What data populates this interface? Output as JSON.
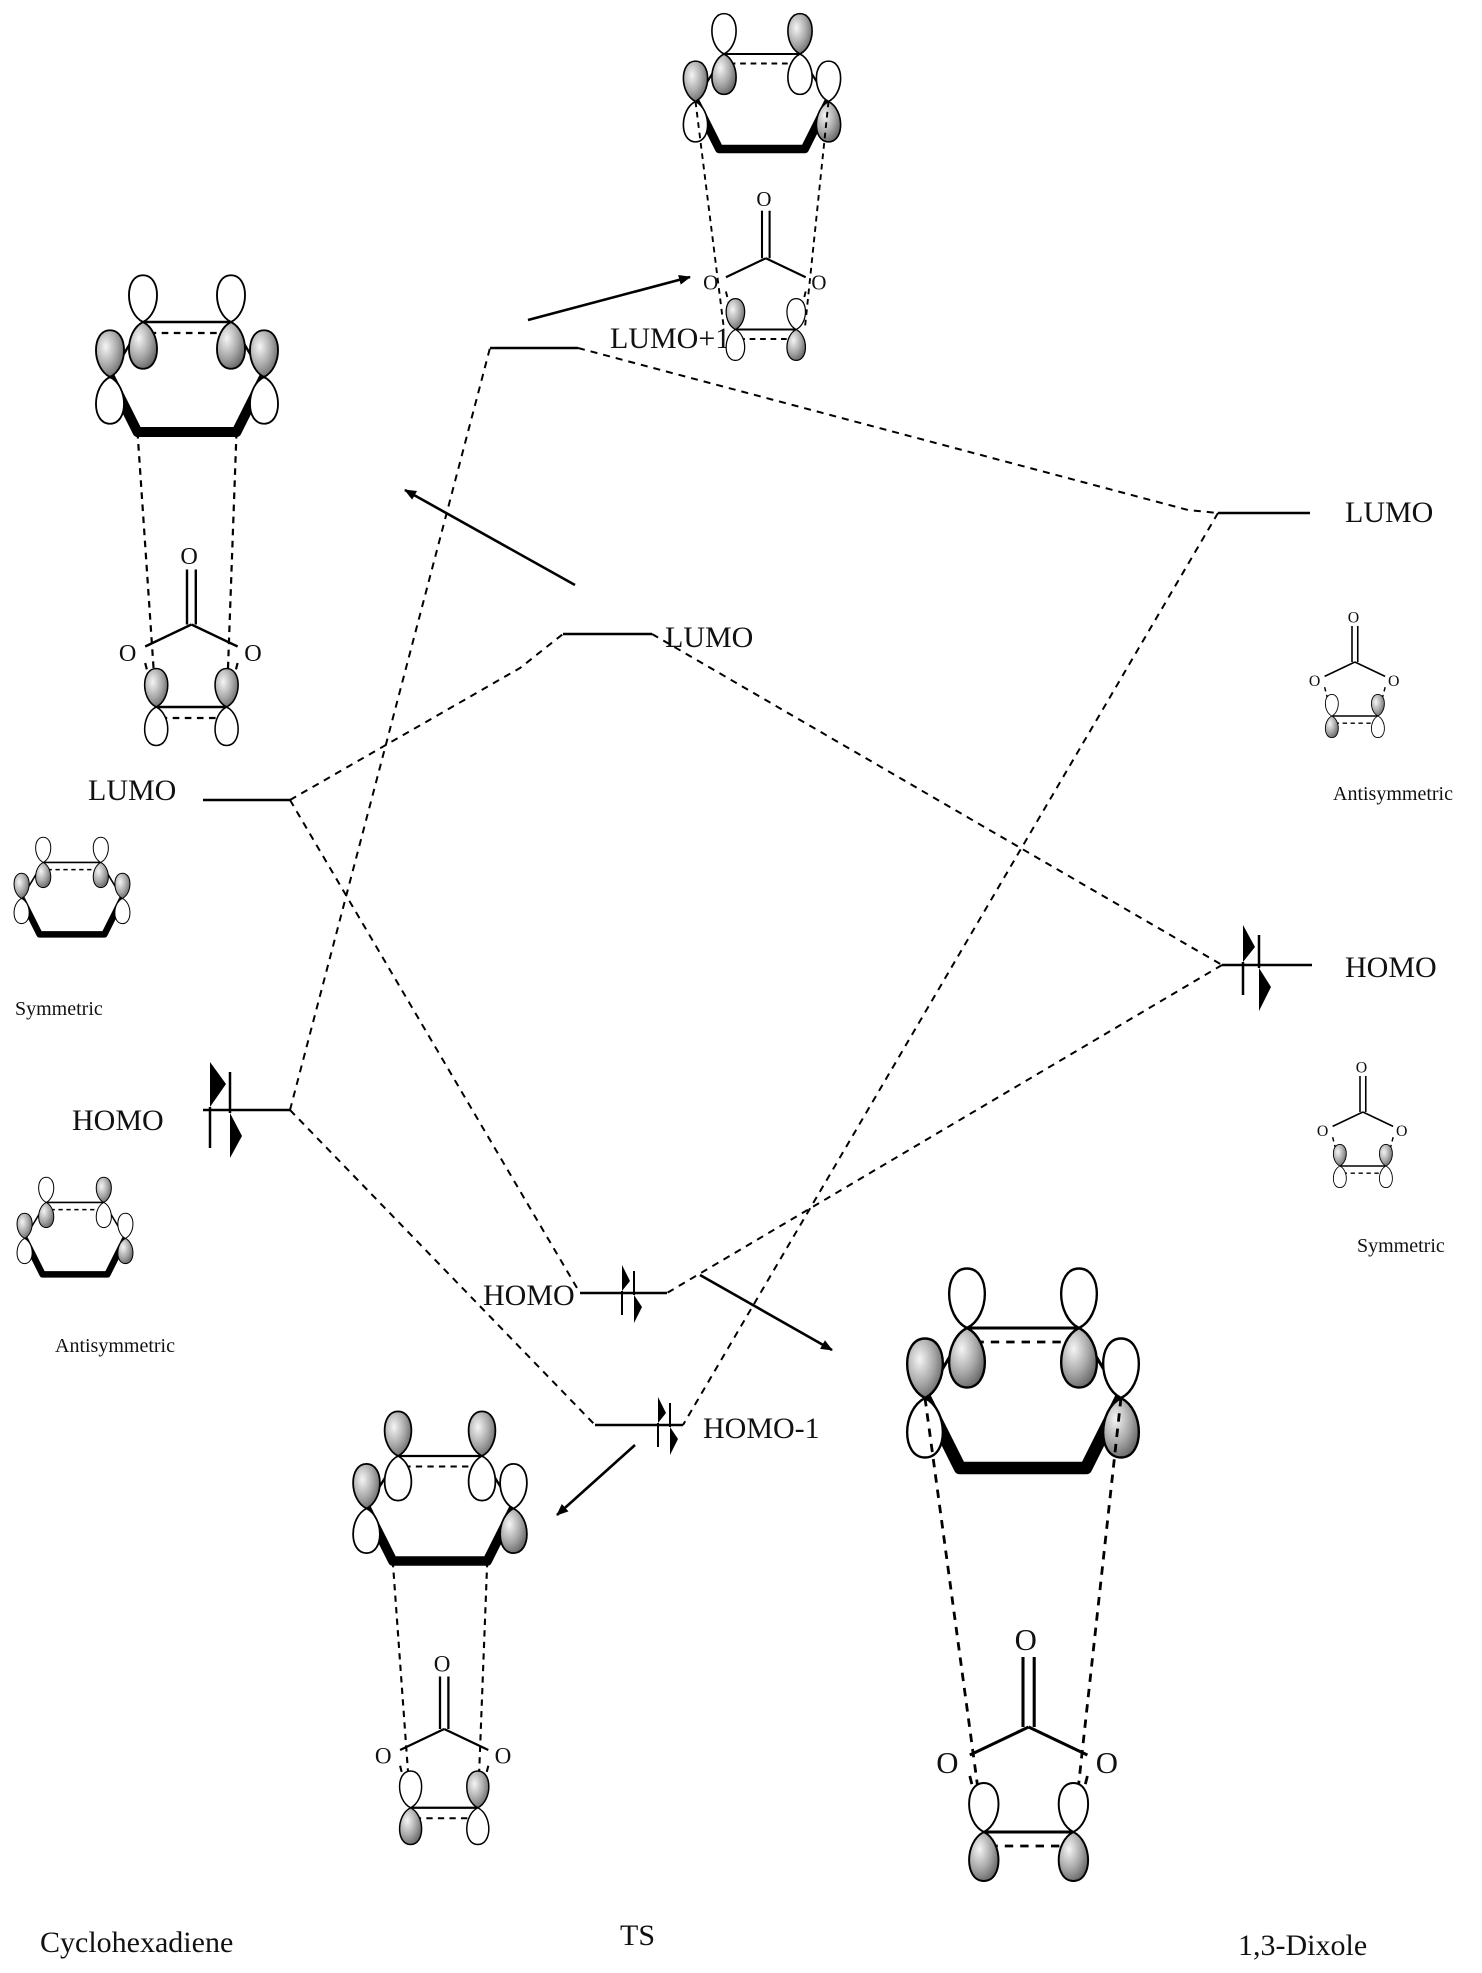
{
  "levels": {
    "cyclohexadiene_lumo": "LUMO",
    "cyclohexadiene_homo": "HOMO",
    "ts_lumo_plus_1": "LUMO+1",
    "ts_lumo": "LUMO",
    "ts_homo": "HOMO",
    "ts_homo_minus_1": "HOMO-1",
    "dixole_lumo": "LUMO",
    "dixole_homo": "HOMO"
  },
  "symmetry": {
    "cyclohexadiene_lumo": "Symmetric",
    "cyclohexadiene_homo": "Antisymmetric",
    "dixole_lumo": "Antisymmetric",
    "dixole_homo": "Symmetric"
  },
  "columns": {
    "left": "Cyclohexadiene",
    "middle": "TS",
    "right": "1,3-Dixole"
  },
  "atom_label": "O",
  "colors": {
    "line": "#000000",
    "lobe_shade_light": "#f2f2f2",
    "lobe_shade_dark": "#6e6e6e"
  }
}
